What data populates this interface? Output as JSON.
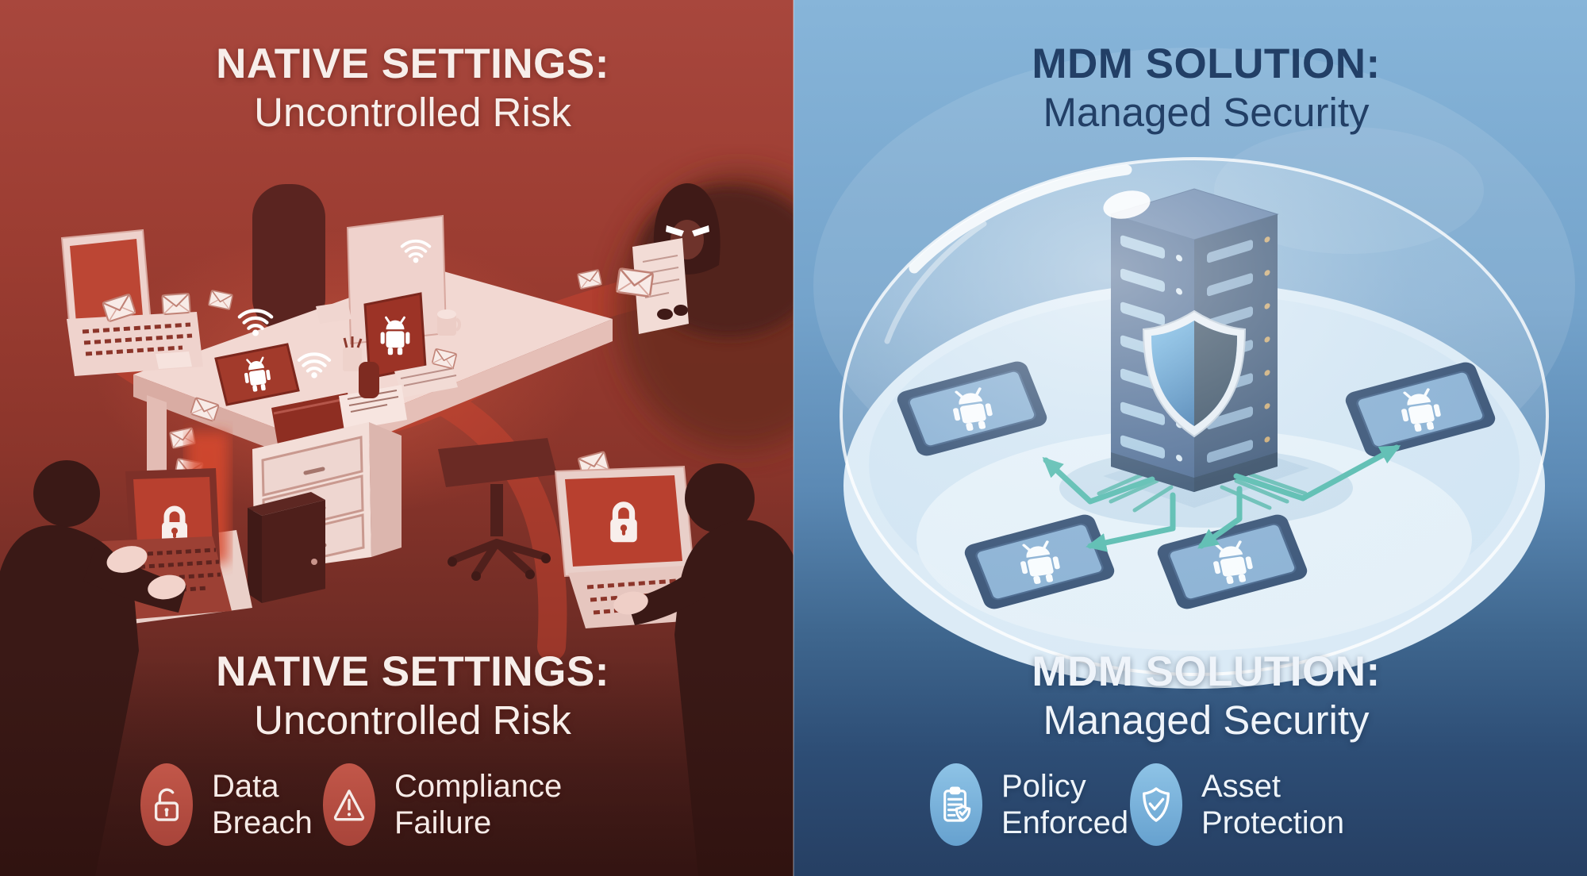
{
  "left": {
    "theme": "uncontrolled-risk",
    "top_title_line1": "NATIVE SETTINGS:",
    "top_title_line2": "Uncontrolled Risk",
    "bottom_title_line1": "NATIVE SETTINGS:",
    "bottom_title_line2": "Uncontrolled Risk",
    "badges": [
      {
        "icon": "open-padlock-icon",
        "line1": "Data",
        "line2": "Breach"
      },
      {
        "icon": "warning-triangle-icon",
        "line1": "Compliance",
        "line2": "Failure"
      }
    ],
    "colors": {
      "background_top": "#a8473d",
      "background_bottom": "#401c19",
      "badge_circle": "#b54c3f",
      "title": "#f7eeea",
      "alert_glow": "#cb4430"
    }
  },
  "right": {
    "theme": "managed-security",
    "top_title_line1": "MDM SOLUTION:",
    "top_title_line2": "Managed Security",
    "bottom_title_line1": "MDM SOLUTION:",
    "bottom_title_line2": "Managed Security",
    "badges": [
      {
        "icon": "policy-clipboard-icon",
        "line1": "Policy",
        "line2": "Enforced"
      },
      {
        "icon": "shield-check-icon",
        "line1": "Asset",
        "line2": "Protection"
      }
    ],
    "colors": {
      "background_top": "#87b5d9",
      "background_bottom": "#263f63",
      "badge_circle": "#7db4dc",
      "title_top": "#223f66",
      "title_bottom": "#eff4fa",
      "arrow_teal": "#45b5a5",
      "shield_blue": "#4da0d8"
    }
  }
}
